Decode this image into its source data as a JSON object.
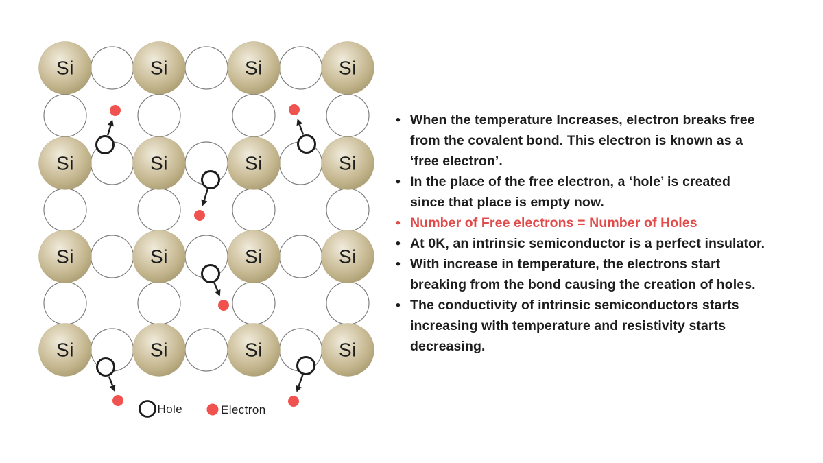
{
  "diagram": {
    "atom_label": "Si",
    "grid": {
      "cols": [
        95,
        232,
        370,
        507
      ],
      "rows": [
        99,
        238,
        374,
        510
      ],
      "atom_radius": 38.5,
      "bond_radius": 31
    },
    "events": [
      {
        "hole": [
          153,
          211
        ],
        "electron": [
          168,
          161
        ]
      },
      {
        "hole": [
          447,
          210
        ],
        "electron": [
          429,
          160
        ]
      },
      {
        "hole": [
          307,
          262
        ],
        "electron": [
          291,
          314
        ]
      },
      {
        "hole": [
          307,
          399
        ],
        "electron": [
          326,
          445
        ]
      },
      {
        "hole": [
          154,
          535
        ],
        "electron": [
          172,
          584
        ]
      },
      {
        "hole": [
          446,
          533
        ],
        "electron": [
          428,
          585
        ]
      }
    ],
    "legend": {
      "hole_label": "Hole",
      "electron_label": "Electron",
      "hole_pos": [
        215,
        596
      ],
      "electron_pos": [
        310,
        597
      ]
    },
    "colors": {
      "atom_light": "#f0ebdc",
      "atom_mid": "#ddd3b8",
      "atom_edge": "#c3b58d",
      "atom_dark": "#a29468",
      "bond_stroke": "#7c7c7c",
      "ink": "#1d1d1d",
      "electron_fill": "#f0534f",
      "hole_fill": "#ffffff"
    }
  },
  "notes": {
    "bullet_char": "•",
    "red_color": "#e24a4a",
    "bullets": [
      {
        "style": "dark",
        "lines": [
          "When the temperature Increases, electron breaks free",
          "from the covalent bond. This electron is known as a",
          "‘free electron’."
        ]
      },
      {
        "style": "dark",
        "lines": [
          "In the place of the free electron, a ‘hole’ is created",
          "since that place is empty now."
        ]
      },
      {
        "style": "red",
        "lines": [
          "Number of Free electrons = Number of Holes"
        ]
      },
      {
        "style": "dark",
        "lines": [
          "At 0K, an intrinsic semiconductor is a perfect insulator."
        ]
      },
      {
        "style": "dark",
        "lines": [
          "With increase in temperature, the electrons start",
          "breaking from the bond causing the creation of holes."
        ]
      },
      {
        "style": "dark",
        "lines": [
          "The conductivity of intrinsic semiconductors starts",
          "increasing with temperature and resistivity starts",
          "decreasing."
        ]
      }
    ]
  }
}
